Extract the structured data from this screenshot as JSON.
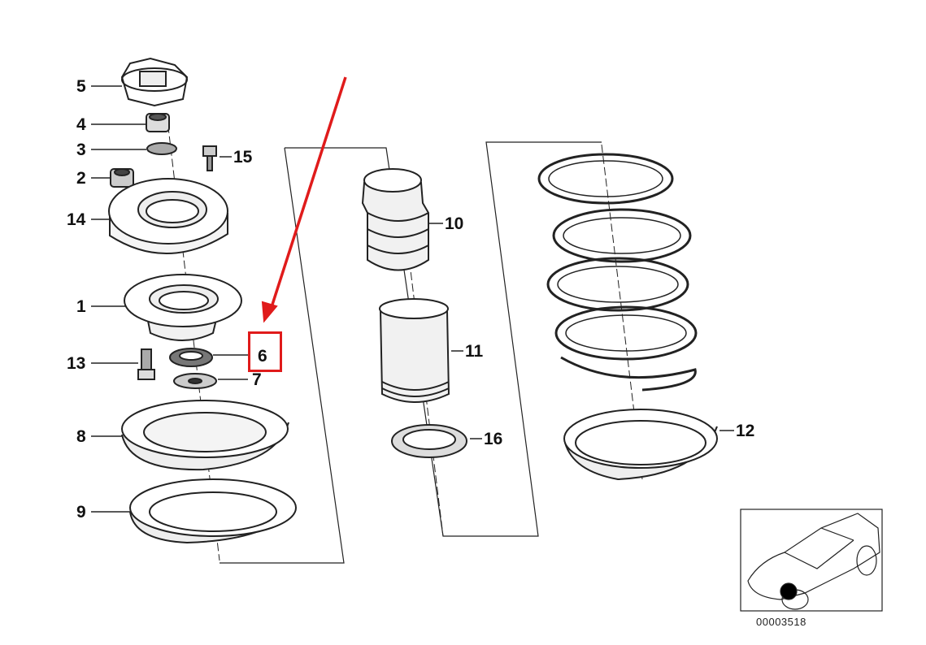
{
  "diagram": {
    "title": "Front spring strut mounting parts",
    "highlight_color": "#e01b1b",
    "highlighted_part": "6",
    "labels": [
      {
        "id": "5",
        "text": "5"
      },
      {
        "id": "4",
        "text": "4"
      },
      {
        "id": "3",
        "text": "3"
      },
      {
        "id": "2",
        "text": "2"
      },
      {
        "id": "15",
        "text": "15"
      },
      {
        "id": "14",
        "text": "14"
      },
      {
        "id": "1",
        "text": "1"
      },
      {
        "id": "13",
        "text": "13"
      },
      {
        "id": "6",
        "text": "6"
      },
      {
        "id": "7",
        "text": "7"
      },
      {
        "id": "8",
        "text": "8"
      },
      {
        "id": "9",
        "text": "9"
      },
      {
        "id": "10",
        "text": "10"
      },
      {
        "id": "11",
        "text": "11"
      },
      {
        "id": "16",
        "text": "16"
      },
      {
        "id": "12",
        "text": "12"
      }
    ],
    "inset_caption": "00003518"
  }
}
